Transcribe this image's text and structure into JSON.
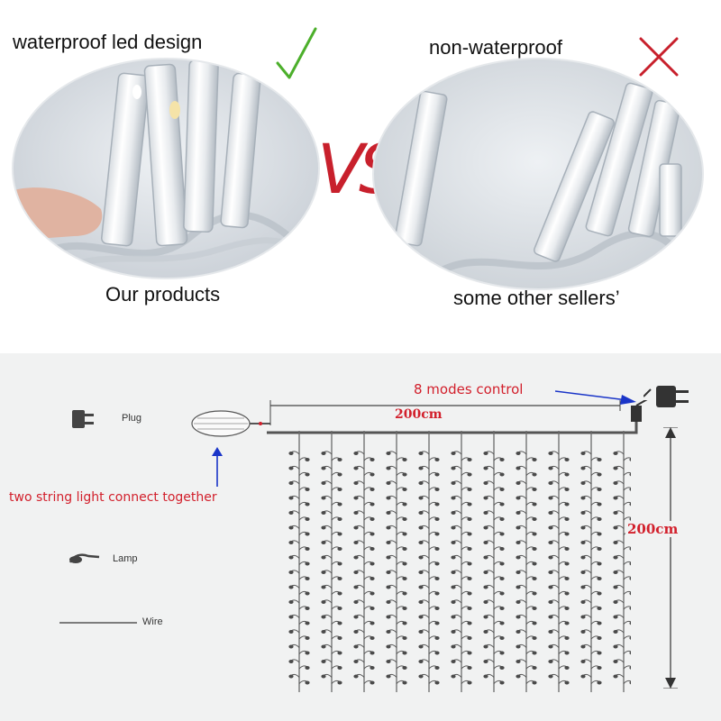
{
  "top": {
    "left_heading": "waterproof led design",
    "right_heading": "non-waterproof",
    "vs": "VS",
    "left_caption": "Our products",
    "right_caption": "some other sellers’"
  },
  "diagram": {
    "modes_label": "8 modes control",
    "connect_label": "two string light connect together",
    "width_label": "200cm",
    "height_label": "200cm",
    "legend": {
      "plug": "Plug",
      "lamp": "Lamp",
      "wire": "Wire"
    },
    "strand_count": 11,
    "bulbs_per_strand": 16
  },
  "colors": {
    "accent_red": "#d21f2b",
    "check_green": "#4caf2b",
    "cross_red": "#c8202c",
    "arrow_blue": "#1a35c8"
  },
  "icons": [
    "check-icon",
    "cross-icon",
    "plug-icon",
    "lamp-icon",
    "wire-icon"
  ]
}
